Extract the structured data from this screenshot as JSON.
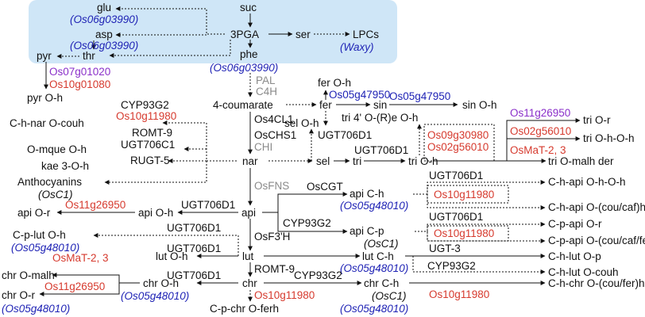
{
  "colors": {
    "panel": "#cfe6f7",
    "blue_gene": "#1f23b5",
    "red_gene": "#d63a2e",
    "purple_gene": "#8a2fc9",
    "gray_enzyme": "#8a8a8a",
    "line": "#111111"
  },
  "labels": {
    "suc": "suc",
    "glu": "glu",
    "glu_gene": "(Os06g03990)",
    "asp": "asp",
    "asp_gene": "(Os06g03990)",
    "pga": "3PGA",
    "ser": "ser",
    "lpcs": "LPCs",
    "waxy": "(Waxy)",
    "thr": "thr",
    "pyr": "pyr",
    "phe": "phe",
    "phe_gene": "(Os06g03990)",
    "os07": "Os07g01020",
    "os10_pyr": "Os10g01080",
    "pyr_oh": "pyr O-h",
    "pal": "PAL",
    "c4h": "C4H",
    "fer_oh": "fer O-h",
    "os05_fer": "Os05g47950",
    "coumarate": "4-coumarate",
    "fer": "fer",
    "sin": "sin",
    "os05_sin": "Os05g47950",
    "sin_oh": "sin O-h",
    "cyp93g2_a": "CYP93G2",
    "os10_a": "Os10g11980",
    "chnar": "C-h-nar O-couh",
    "romt9_a": "ROMT-9",
    "ugt706c1": "UGT706C1",
    "omque": "O-mque O-h",
    "kae": "kae 3-O-h",
    "rugt5": "RUGT-5",
    "anthocyanins": "Anthocyanins",
    "osc1_a": "(OsC1)",
    "os4cl1": "Os4CL1",
    "oschs1": "OsCHS1",
    "chi": "CHI",
    "nar": "nar",
    "sel_oh": "sel O-h",
    "sel": "sel",
    "ugt706d1_sel": "UGT706D1",
    "tri": "tri",
    "ugt706d1_tri": "UGT706D1",
    "tri_oh": "tri O-h",
    "tri4": "tri 4' O-(R)e O-h",
    "os09": "Os09g30980",
    "os02_a": "Os02g56010",
    "os11_tri": "Os11g26950",
    "os02_b": "Os02g56010",
    "osmat_tri": "OsMaT-2, 3",
    "tri_or": "tri O-r",
    "tri_ohoh": "tri O-h-O-h",
    "tri_malh": "tri O-malh der",
    "osfns": "OsFNS",
    "oscgt": "OsCGT",
    "api_ch": "api C-h",
    "os05_api": "(Os05g48010)",
    "cyp93g2_b": "CYP93G2",
    "api_cp": "api C-p",
    "osc1_b": "(OsC1)",
    "ugt706d1_c": "UGT706D1",
    "os10_b": "Os10g11980",
    "chapi_ohoh": "C-h-api O-h-O-h",
    "chapi_cou": "C-h-api O-(cou/caf)h",
    "ugt706d1_d": "UGT706D1",
    "os10_c": "Os10g11980",
    "cpapi_or": "C-p-api O-r",
    "cpapi_cou": "C-p-api O-(cou/caf/fer)h",
    "api": "api",
    "ugt706d1_api": "UGT706D1",
    "api_oh": "api O-h",
    "os11_api": "Os11g26950",
    "api_or": "api O-r",
    "ugt706d1_cplut": "UGT706D1",
    "cplut": "C-p-lut O-h",
    "os05_cplut": "(Os05g48010)",
    "osf3h": "OsF3'H",
    "lut": "lut",
    "ugt706d1_lut": "UGT706D1",
    "lut_oh": "lut O-h",
    "lut_ch": "lut C-h",
    "os05_lut": "(Os05g48010)",
    "ugt3": "UGT-3",
    "cyp93g2_c": "CYP93G2",
    "chlut_op": "C-h-lut O-p",
    "chlut_couh": "C-h-lut O-couh",
    "romt9_b": "ROMT-9",
    "chr": "chr",
    "ugt706d1_chr": "UGT706D1",
    "chr_oh": "chr O-h",
    "os05_chr": "(Os05g48010)",
    "osmat_chr": "OsMaT-2, 3",
    "chr_malh": "chr O-malh",
    "os11_chr": "Os11g26950",
    "chr_or": "chr O-r",
    "os05_chrr": "(Os05g48010)",
    "os10_chr": "Os10g11980",
    "cpchr": "C-p-chr O-ferh",
    "cyp93g2_d": "CYP93G2",
    "chchr": "chr C-h",
    "osc1_c": "(OsC1)",
    "os05_chch": "(Os05g48010)",
    "os10_d": "Os10g11980",
    "chchr_cou": "C-h-chr O-(cou/fer)h"
  }
}
